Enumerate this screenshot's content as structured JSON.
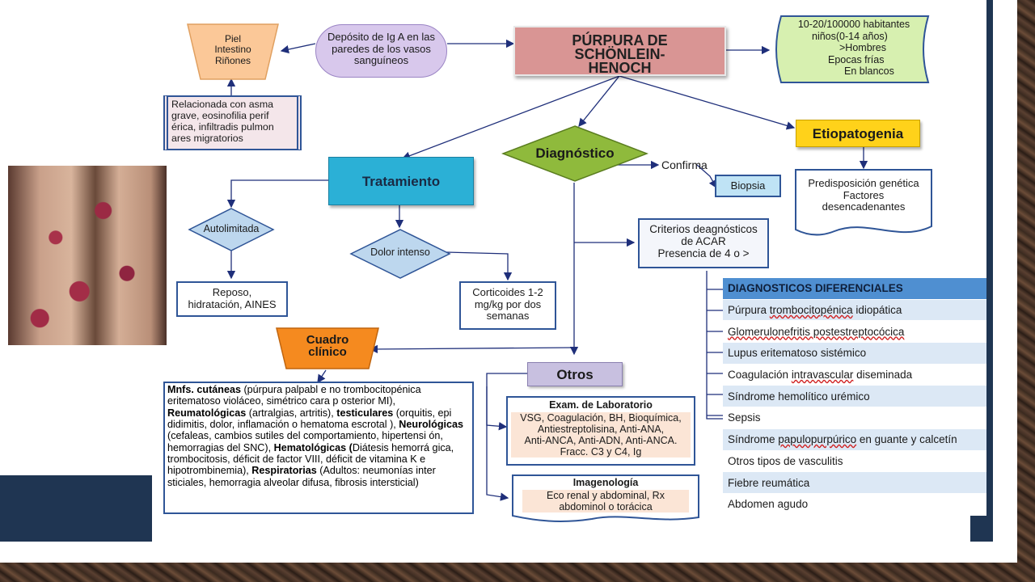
{
  "title": [
    "PÚRPURA DE",
    "SCHÖNLEIN-",
    "HENOCH"
  ],
  "epidemiology": [
    "10-20/100000 habitantes",
    "niños(0-14 años)",
    ">Hombres",
    "Epocas frías",
    "En blancos"
  ],
  "deposit": "Depósito  de Ig A en las paredes de los vasos sanguíneos",
  "organs": [
    "Piel",
    "Intestino",
    "Riñones"
  ],
  "asthma": "Relacionada con asma grave,  eosinofilia  perif érica,  infiltradis pulmon ares migratorios",
  "etiopatogenia": {
    "label": "Etiopatogenia",
    "detail": [
      "Predisposición genética",
      "Factores",
      "desencadenantes"
    ]
  },
  "diagnostico": {
    "label": "Diagnóstico",
    "confirma": "Confirma",
    "biopsia": "Biopsia",
    "criterios": [
      "Criterios deagnósticos",
      "de ACAR",
      "Presencia de 4  o >"
    ]
  },
  "tratamiento": {
    "label": "Tratamiento",
    "autolimitada": "Autolimitada",
    "reposo": [
      "Reposo,",
      "hidratación, AINES"
    ],
    "dolor": "Dolor intenso",
    "corticoides": [
      "Corticoides 1-2",
      "mg/kg por dos",
      "semanas"
    ]
  },
  "cuadro": {
    "label": [
      "Cuadro",
      "clínico"
    ],
    "parts": [
      {
        "b": "Mnfs. cutáneas",
        "t": " (púrpura palpabl  e no trombocitopénica eritematoso violáceo, simétrico cara p  osterior MI), "
      },
      {
        "b": "Reumatológicas",
        "t": " (artralgias,  artritis), "
      },
      {
        "b": "testiculares",
        "t": " (orquitis,  epi  didimitis, dolor,  inflamación o hematoma escrotal ), "
      },
      {
        "b": "Neurológicas",
        "t": " (cefaleas,  cambios sutiles del comportamiento, hipertensi  ón, hemorragias del SNC), "
      },
      {
        "b": "Hematológicas (",
        "t": "Diátesis hemorrá  gica, trombocitosis, déficit de factor  VIII,  déficit de vitamina  K  e hipotrombinemia), "
      },
      {
        "b": "Respiratorias",
        "t": " (Adultos:  neumonías inter  sticiales, hemorragia alveolar difusa, fibrosis intersticial)"
      }
    ]
  },
  "otros": {
    "label": "Otros",
    "lab_title": "Exam. de Laboratorio",
    "lab": [
      "VSG, Coagulación, BH, Bioquímica,",
      "Antiestreptolisina,  Anti-ANA,",
      "Anti-ANCA,  Anti-ADN,  Anti-ANCA.",
      "Fracc. C3 y C4, Ig"
    ],
    "img_title": "Imagenología",
    "img": [
      "Eco renal y abdominal, Rx",
      "abdominol o torácica"
    ]
  },
  "diferenciales": {
    "header": "DIAGNOSTICOS  DIFERENCIALES",
    "rows": [
      "Púrpura trombocitopénica idiopática",
      "Glomerulonefritis postestreptocócica",
      "Lupus eritematoso sistémico",
      "Coagulación intravascular diseminada",
      "Síndrome hemolítico urémico",
      "Sepsis",
      "Síndrome papulopurpúrico en guante y calcetín",
      "Otros tipos de vasculitis",
      "Fiebre reumática",
      "Abdomen agudo"
    ]
  },
  "colors": {
    "title_fill": "#d99594",
    "epi_fill": "#d7f0b0",
    "deposit_fill": "#d8c8ec",
    "organs_fill": "#fbc898",
    "etio_fill": "#ffd21a",
    "diag_fill": "#8fba3c",
    "trat_fill": "#2bb0d6",
    "diamond_fill": "#bdd7ee",
    "cuadro_fill": "#f58a1f",
    "otros_fill": "#c8c0e0",
    "table_header": "#4f8fd1",
    "table_row": "#dce8f5",
    "navy": "#1f3552"
  }
}
